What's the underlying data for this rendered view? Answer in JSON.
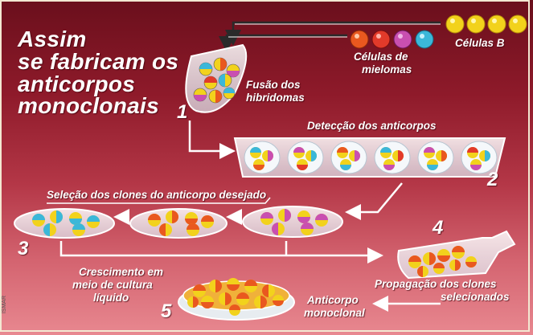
{
  "title": {
    "line1": "Assim",
    "line2": "se fabricam os",
    "line3": "anticorpos",
    "line4": "monoclonais"
  },
  "labels": {
    "b_cells": "Células B",
    "myeloma_line1": "Células de",
    "myeloma_line2": "mielomas",
    "fusion_line1": "Fusão dos",
    "fusion_line2": "hibridomas",
    "detection": "Detecção dos anticorpos",
    "selection": "Seleção dos clones do anticorpo desejado",
    "growth_line1": "Crescimento em",
    "growth_line2": "meio de cultura",
    "growth_line3": "líquido",
    "propagation_line1": "Propagação dos clones",
    "propagation_line2": "selecionados",
    "antibody_line1": "Anticorpo",
    "antibody_line2": "monoclonal"
  },
  "steps": [
    "1",
    "2",
    "3",
    "4",
    "5"
  ],
  "colors": {
    "b_cell_yellow": "#f2d21c",
    "myeloma": [
      "#e9581f",
      "#e23a2a",
      "#c94fb0",
      "#3bb7d9"
    ],
    "background_top": "#6a0f1c",
    "background_bottom": "#e88890"
  },
  "credit": "ISMAR"
}
